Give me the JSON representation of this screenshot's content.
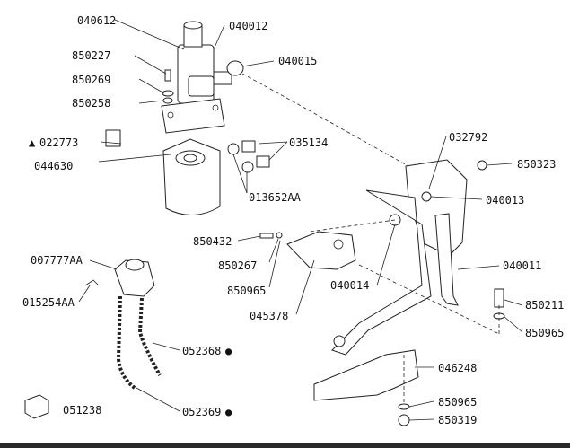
{
  "part_labels": {
    "p040612": "040612",
    "p040012": "040012",
    "p850227": "850227",
    "p040015": "040015",
    "p850269": "850269",
    "p850258": "850258",
    "p022773": "022773",
    "p035134": "035134",
    "p044630": "044630",
    "p013652AA": "013652AA",
    "p032792": "032792",
    "p850323": "850323",
    "p040013": "040013",
    "p850432": "850432",
    "p007777AA": "007777AA",
    "p850267": "850267",
    "p040011": "040011",
    "p850965a": "850965",
    "p040014": "040014",
    "p015254AA": "015254AA",
    "p045378": "045378",
    "p850211": "850211",
    "p850965b": "850965",
    "p052368": "052368",
    "p046248": "046248",
    "p850965c": "850965",
    "p051238": "051238",
    "p052369": "052369",
    "p850319": "850319"
  },
  "markers": {
    "triangle": "▲",
    "dot": "●"
  }
}
